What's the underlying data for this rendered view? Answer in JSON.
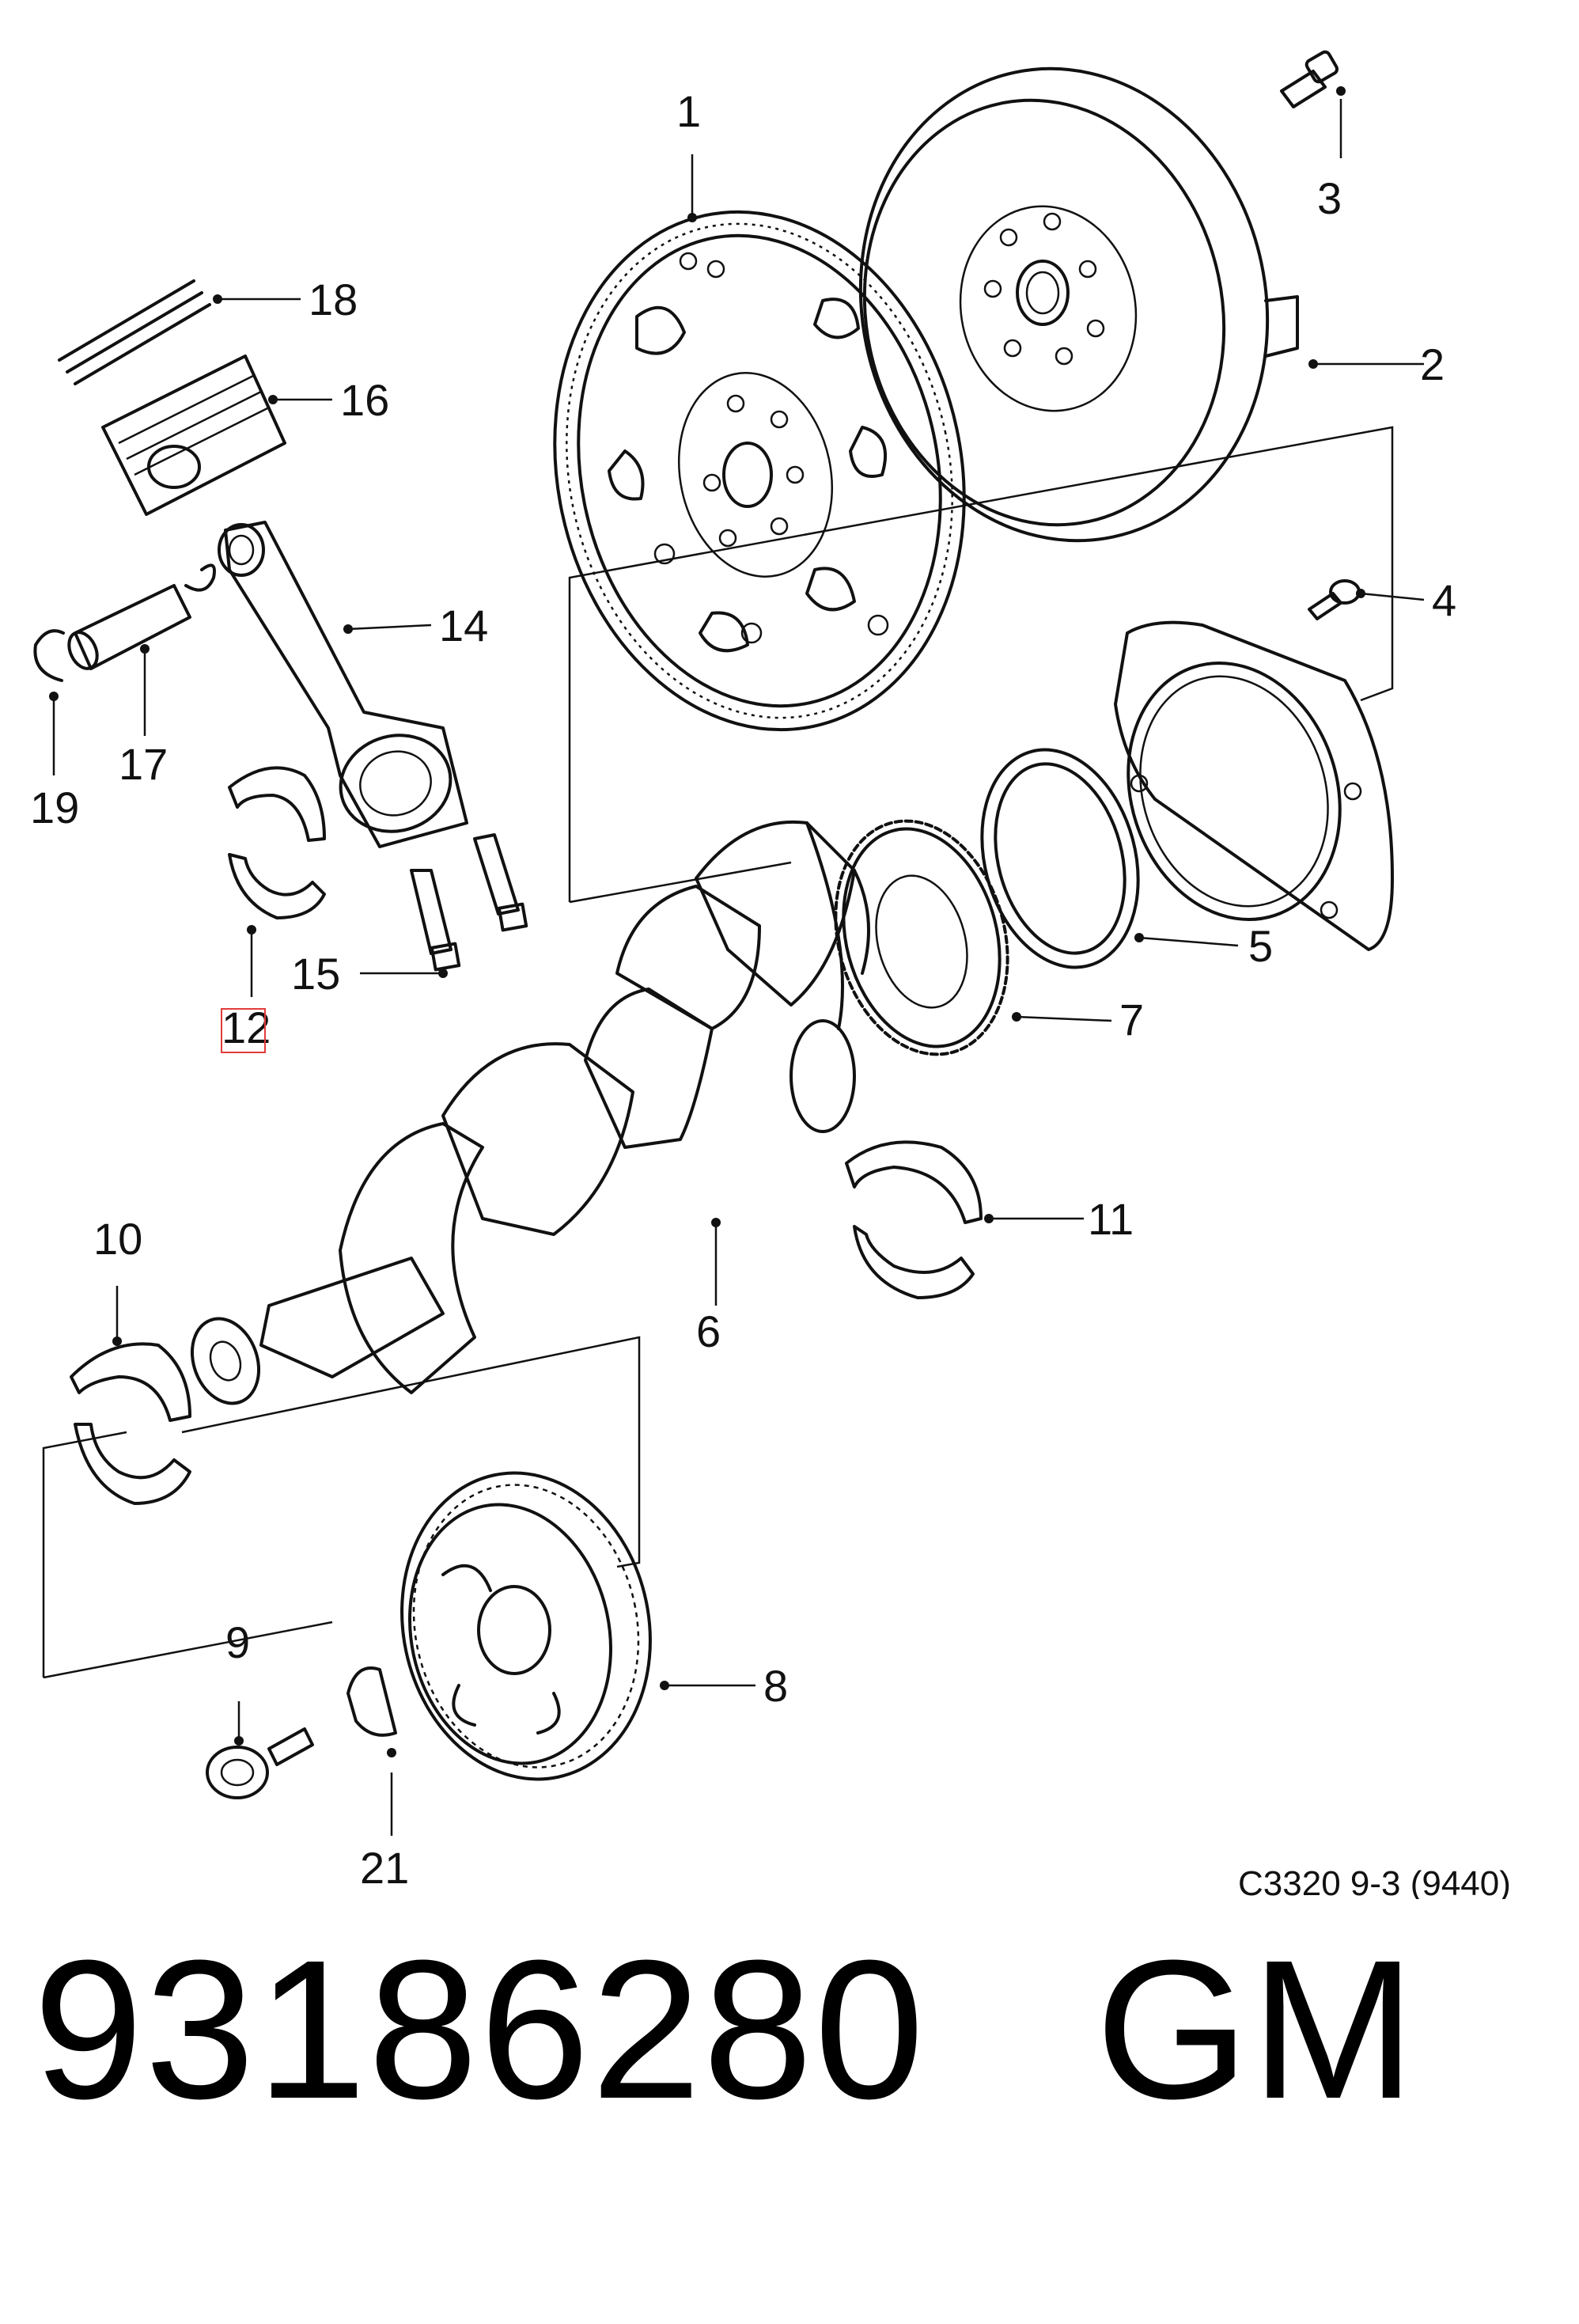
{
  "callouts": {
    "c1": "1",
    "c2": "2",
    "c3": "3",
    "c4": "4",
    "c5": "5",
    "c6": "6",
    "c7": "7",
    "c8": "8",
    "c9": "9",
    "c10": "10",
    "c11": "11",
    "c12": "12",
    "c14": "14",
    "c15": "15",
    "c16": "16",
    "c17": "17",
    "c18": "18",
    "c19": "19",
    "c21": "21"
  },
  "diagram_reference": "C3320 9-3 (9440)",
  "part_number_line": "93186280   GM",
  "colors": {
    "line": "#111111",
    "highlight": "#e23b3b",
    "background": "#ffffff"
  }
}
